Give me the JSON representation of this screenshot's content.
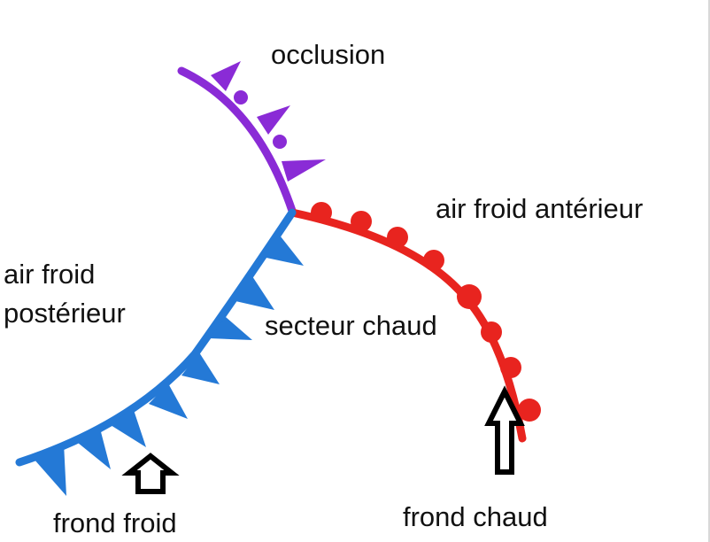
{
  "labels": {
    "occlusion": "occlusion",
    "warm_air_ahead": "air froid antérieur",
    "cold_air_behind_line1": "air froid",
    "cold_air_behind_line2": "postérieur",
    "warm_sector": "secteur chaud",
    "cold_front": "frond froid",
    "warm_front": "frond chaud"
  },
  "colors": {
    "occluded_front": "#8a2bd6",
    "warm_front": "#e8241f",
    "cold_front": "#2479d6",
    "arrow": "#000000",
    "text": "#111111"
  },
  "icons": {
    "cold_front_arrow": "up-arrow-icon",
    "warm_front_arrow": "up-arrow-icon"
  }
}
